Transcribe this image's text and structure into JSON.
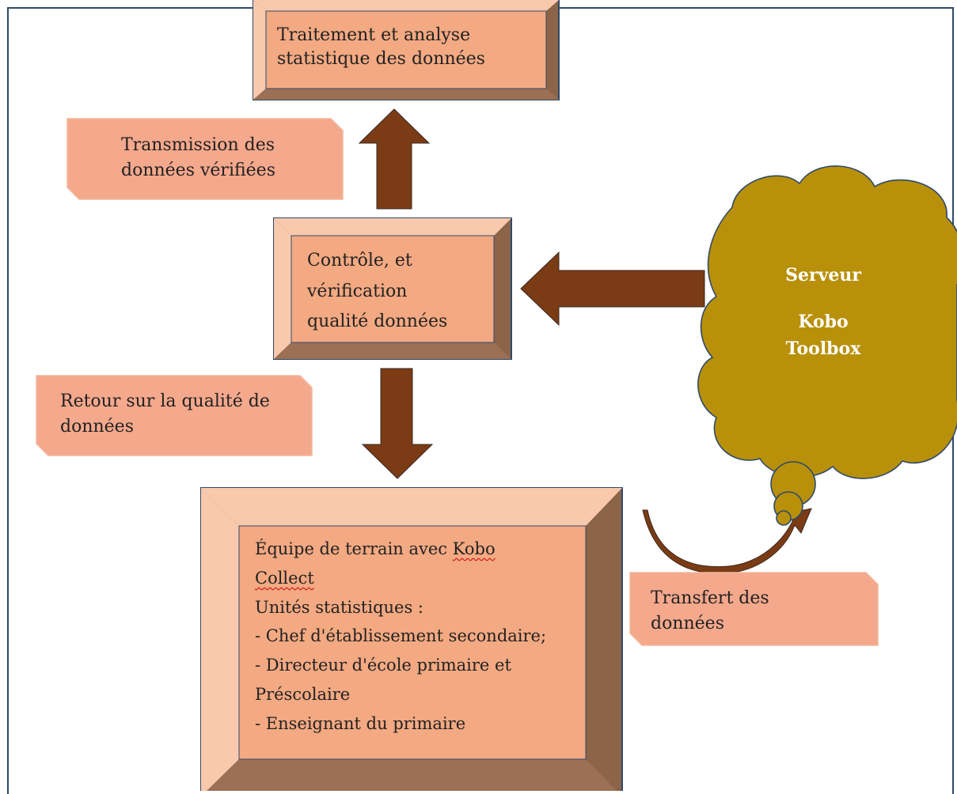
{
  "top_box": {
    "line1": "Traitement et analyse",
    "line2": "statistique des données"
  },
  "middle_box": {
    "line1": "Contrôle, et",
    "line2": "vérification",
    "line3": "qualité données"
  },
  "bottom_box": {
    "line1_a": "Équipe de terrain avec ",
    "line1_b": "Kobo",
    "line2": "Collect",
    "line3": "Unités statistiques :",
    "line4": " - Chef d'établissement secondaire;",
    "line5": " - Directeur d'école primaire et",
    "line6": "Préscolaire",
    "line7": " - Enseignant du primaire"
  },
  "callouts": {
    "transmission_l1": "Transmission des",
    "transmission_l2": "données vérifiées",
    "retour_l1": "Retour sur la qualité de",
    "retour_l2": "données",
    "transfert_l1": "Transfert des",
    "transfert_l2": "données"
  },
  "cloud": {
    "line1": "Serveur",
    "line2": "Kobo",
    "line3": "Toolbox"
  },
  "colors": {
    "box_face": "#f3a982",
    "box_light": "#f8c9ac",
    "box_dark": "#8c6448",
    "arrow": "#7b3b14",
    "cloud": "#b8900a",
    "border": "#2f4a6a"
  }
}
